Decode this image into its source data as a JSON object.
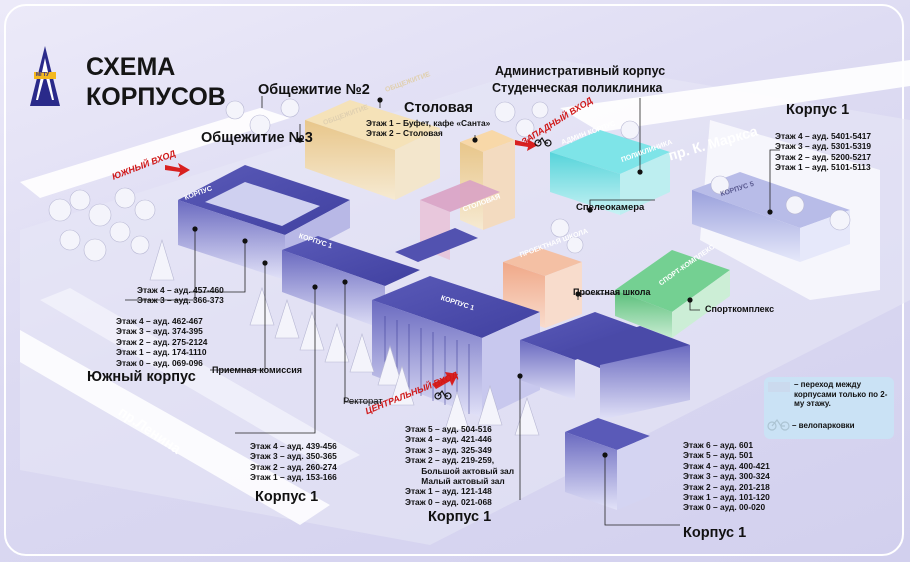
{
  "title": {
    "line1": "СХЕМА",
    "line2": "КОРПУСОВ"
  },
  "logo": {
    "text": "МГТУ",
    "icon": "mgtu-logo-icon"
  },
  "labels": {
    "dorm2": "Общежитие №2",
    "canteen": "Столовая",
    "canteen_floors": "Этаж 1 – Буфет, кафе «Санта»\nЭтаж 2 – Столовая",
    "dorm3": "Общежитие №3",
    "admin": "Административный корпус",
    "clinic": "Студенческая поликлиника",
    "korpus1_top": "Корпус 1",
    "korpus1_top_floors": "Этаж 4 – ауд. 5401-5417\nЭтаж 3 – ауд. 5301-5319\nЭтаж 2 – ауд. 5200-5217\nЭтаж 1 – ауд. 5101-5113",
    "speleo": "Спелеокамера",
    "project_school": "Проектная школа",
    "sportcomplex": "Спорткомплекс",
    "south_a": "Этаж 4 – ауд. 457-460\nЭтаж 3 – ауд. 366-373",
    "south_b": "Этаж 4 – ауд. 462-467\nЭтаж 3 – ауд. 374-395\nЭтаж 2 – ауд. 275-2124\nЭтаж 1 – ауд. 174-1110\nЭтаж 0 – ауд. 069-096",
    "south_korpus": "Южный корпус",
    "admission": "Приемная комиссия",
    "rectorate": "Ректорат",
    "left_k1_floors": "Этаж 4 – ауд. 439-456\nЭтаж 3 – ауд. 350-365\nЭтаж 2 – ауд. 260-274\nЭтаж 1 – ауд. 153-166",
    "left_k1": "Корпус 1",
    "center_k1_floors": "Этаж 5 – ауд. 504-516\nЭтаж 4 – ауд. 421-446\nЭтаж 3 – ауд. 325-349\nЭтаж 2 – ауд. 219-259,\n       Большой актовый зал\n       Малый актовый зал\nЭтаж 1 – ауд. 121-148\nЭтаж 0 – ауд. 021-068",
    "center_k1": "Корпус 1",
    "right_k1_floors": "Этаж 6 – ауд. 601\nЭтаж 5 – ауд. 501\nЭтаж 4 – ауд. 400-421\nЭтаж 3 – ауд. 300-324\nЭтаж 2 – ауд. 201-218\nЭтаж 1 – ауд. 101-120\nЭтаж 0 – ауд. 00-020",
    "right_k1": "Корпус 1"
  },
  "streets": {
    "marx": "пр. К. Маркса",
    "lenin": "пр.Ленина"
  },
  "entrances": {
    "south": "ЮЖНЫЙ ВХОД",
    "central": "ЦЕНТРАЛЬНЫЙ ВХОД",
    "west": "ЗАПАДНЫЙ ВХОД"
  },
  "signs": {
    "dorm2": "ОБЩЕЖИТИЕ",
    "dorm3": "ОБЩЕЖИТИЕ",
    "admin": "АДМИН КОРПУС",
    "clinic": "ПОЛИКЛИНИКА",
    "korpus5": "КОРПУС 5",
    "south": "КОРПУС",
    "korpus1a": "КОРПУС 1",
    "korpus1b": "КОРПУС 1",
    "canteen": "СТОЛОВАЯ",
    "project": "ПРОЕКТНАЯ ШКОЛА",
    "sport": "СПОРТ-КОМПЛЕКС"
  },
  "legend": {
    "passage": "– переход между корпусами только по 2-му этажу.",
    "bike": "– велопарковки",
    "passage_color": "#d9a2c4",
    "bike_icon": "bicycle-icon"
  },
  "colors": {
    "main_building": "#4a4aa6",
    "canteen": "#e9c98f",
    "admin": "#5fd8dc",
    "sport": "#5bc27c",
    "project": "#f2b090",
    "passage": "#d9a2c4",
    "entrance_arrow": "#d82020"
  }
}
